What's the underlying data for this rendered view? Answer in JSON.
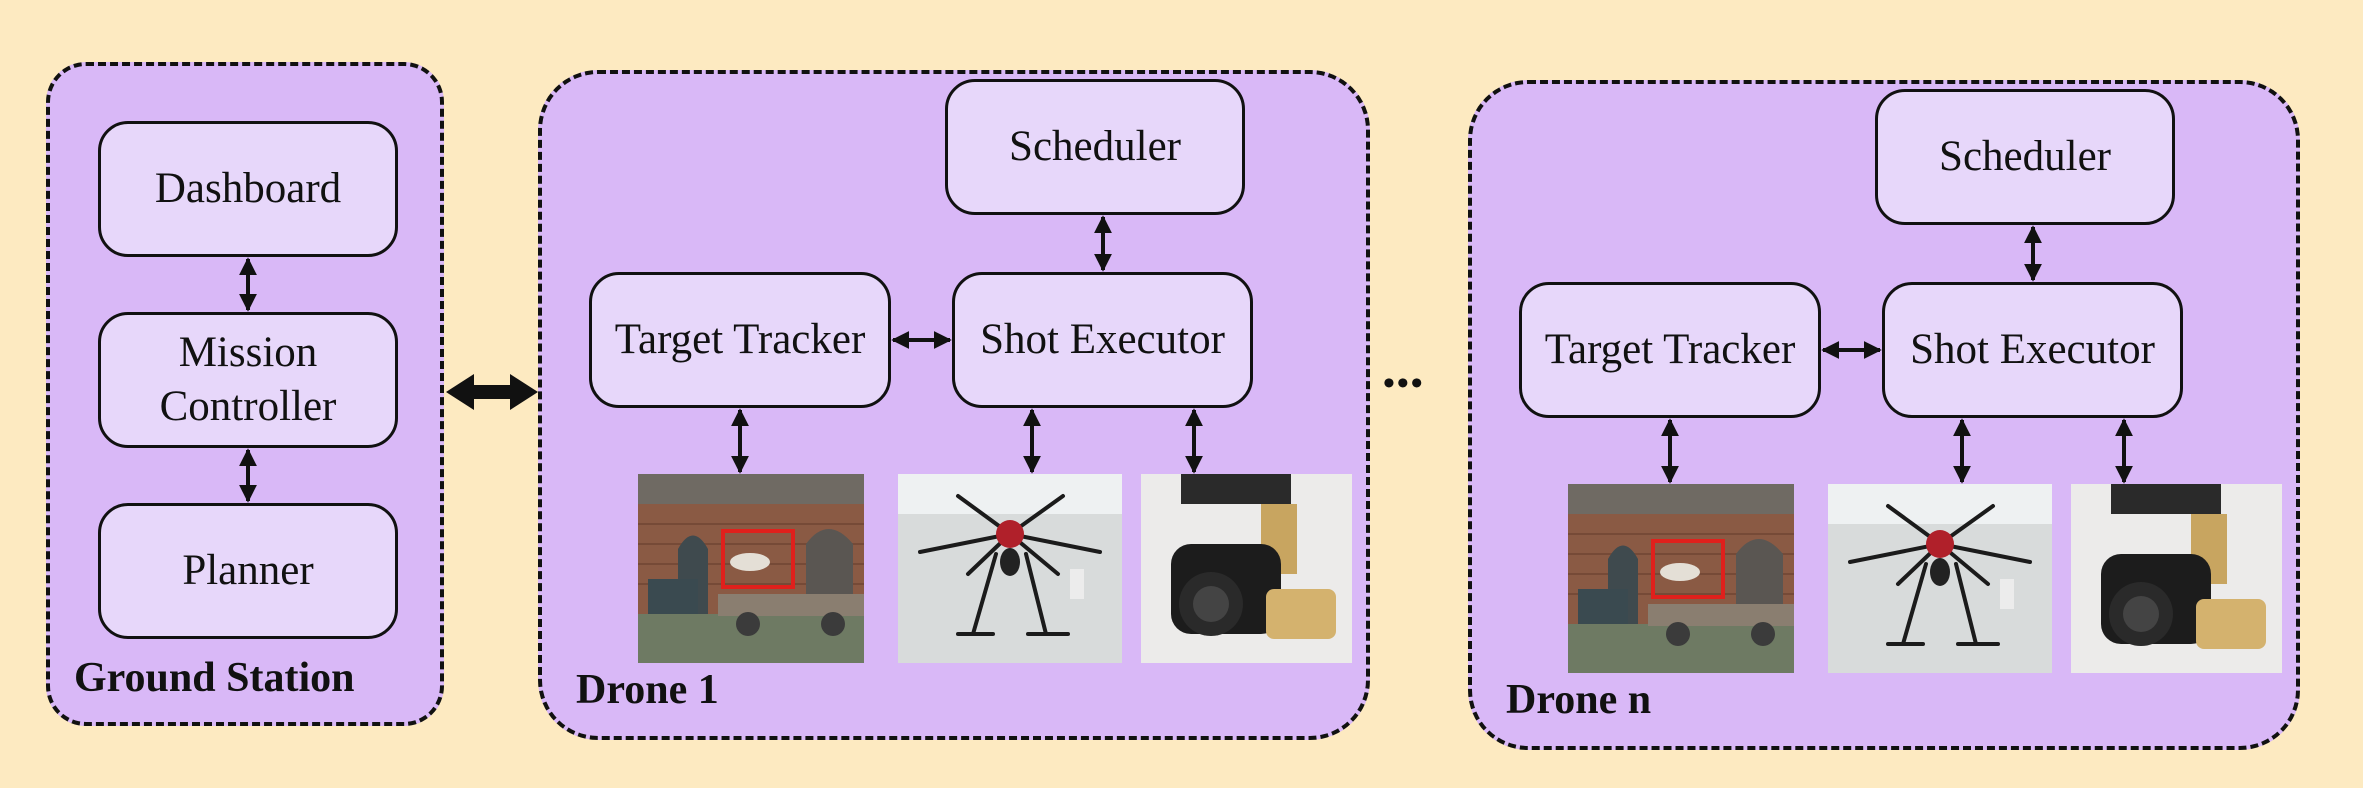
{
  "ground_station": {
    "caption": "Ground Station",
    "modules": {
      "dashboard": "Dashboard",
      "mission_controller_line1": "Mission",
      "mission_controller_line2": "Controller",
      "planner": "Planner"
    }
  },
  "drones": [
    {
      "caption": "Drone 1",
      "modules": {
        "scheduler": "Scheduler",
        "target_tracker": "Target Tracker",
        "shot_executor": "Shot Executor"
      },
      "images": [
        "camera-view-with-target-box",
        "hexacopter-drone",
        "camera-gimbal"
      ]
    },
    {
      "caption": "Drone n",
      "modules": {
        "scheduler": "Scheduler",
        "target_tracker": "Target Tracker",
        "shot_executor": "Shot Executor"
      },
      "images": [
        "camera-view-with-target-box",
        "hexacopter-drone",
        "camera-gimbal"
      ]
    }
  ],
  "ellipsis": "•••",
  "colors": {
    "background": "#fdeac1",
    "panel": "#d9b8f7",
    "module": "#e7d7fa",
    "border": "#111111",
    "target_box": "#e0201c"
  }
}
